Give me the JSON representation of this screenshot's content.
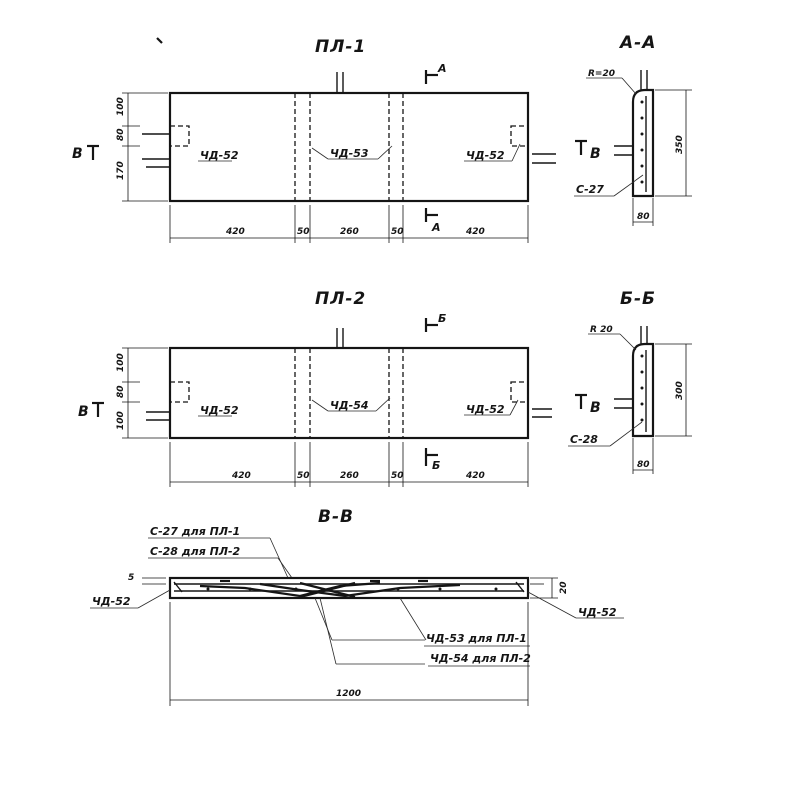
{
  "pl1": {
    "title": "ПЛ-1",
    "section_mark": "А",
    "view_mark": "В",
    "mark_left": "ЧД-52",
    "mark_center": "ЧД-53",
    "mark_right": "ЧД-52",
    "dim_h": [
      "420",
      "50",
      "260",
      "50",
      "420"
    ],
    "dim_v": [
      "100",
      "80",
      "170"
    ]
  },
  "sec_a": {
    "title": "А-А",
    "radius": "R=20",
    "mesh": "С-27",
    "view_mark": "В",
    "height": "350",
    "width": "80"
  },
  "pl2": {
    "title": "ПЛ-2",
    "section_mark": "Б",
    "view_mark": "В",
    "mark_left": "ЧД-52",
    "mark_center": "ЧД-54",
    "mark_right": "ЧД-52",
    "dim_h": [
      "420",
      "50",
      "260",
      "50",
      "420"
    ],
    "dim_v": [
      "100",
      "80",
      "100"
    ]
  },
  "sec_b": {
    "title": "Б-Б",
    "radius": "R 20",
    "mesh": "С-28",
    "view_mark": "В",
    "height": "300",
    "width": "80"
  },
  "sec_v": {
    "title": "В-В",
    "note1": "С-27 для ПЛ-1",
    "note2": "С-28 для ПЛ-2",
    "left_mark": "ЧД-52",
    "right_mark": "ЧД-52",
    "note3": "ЧД-53 для ПЛ-1",
    "note4": "ЧД-54 для ПЛ-2",
    "length": "1200",
    "thickness": "20",
    "cover": "5"
  }
}
